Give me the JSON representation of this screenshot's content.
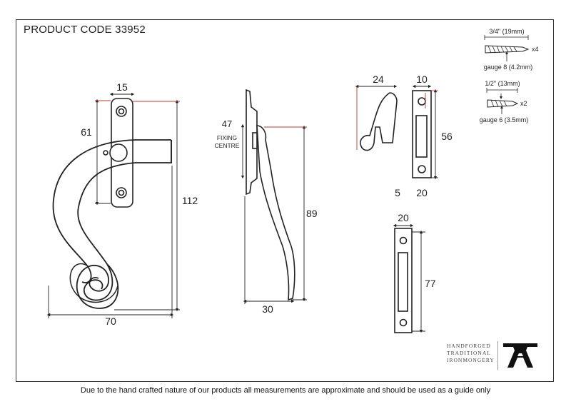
{
  "title": "PRODUCT CODE 33952",
  "footer": "Due to the hand crafted nature of our products all measurements are approximate and should be used as a guide only",
  "dimensions": {
    "handle_width_top": "15",
    "handle_fixing_height": "61",
    "handle_height": "112",
    "handle_length": "70",
    "side_fixing": "47",
    "side_fixing_label_1": "FIXING",
    "side_fixing_label_2": "CENTRE",
    "side_height": "89",
    "side_projection": "30",
    "keep_projection": "24",
    "keep_plate_width": "10",
    "keep_height": "56",
    "keep_depth": "5",
    "keep_plate_base": "20",
    "plate_width": "20",
    "plate_height": "77"
  },
  "screws": {
    "screw1_length": "3/4\" (19mm)",
    "screw1_qty": "x4",
    "screw1_gauge": "gauge 8 (4.2mm)",
    "screw2_length": "1/2\" (13mm)",
    "screw2_qty": "x2",
    "screw2_gauge": "gauge 6 (3.5mm)"
  },
  "brand": {
    "line1": "HANDFORGED",
    "line2": "TRADITIONAL",
    "line3": "IRONMONGERY"
  },
  "colors": {
    "outline": "#222222",
    "dimension_accent": "#c0392b"
  }
}
